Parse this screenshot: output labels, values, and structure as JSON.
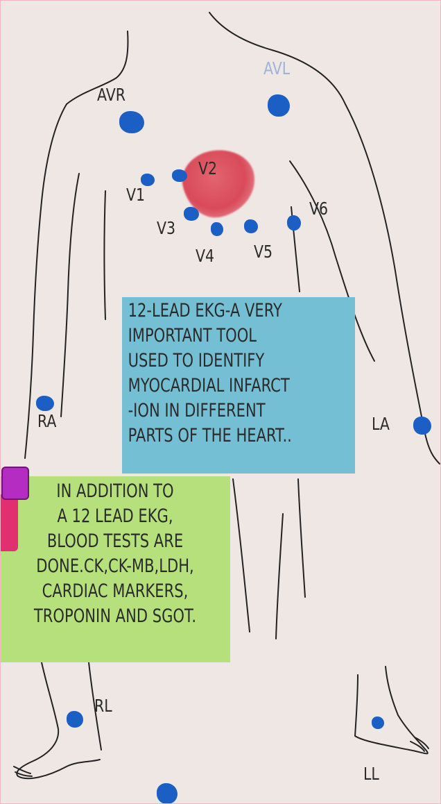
{
  "leads": {
    "avr": "AVR",
    "avl": "AVL",
    "v1": "V1",
    "v2": "V2",
    "v3": "V3",
    "v4": "V4",
    "v5": "V5",
    "v6": "V6",
    "ra": "RA",
    "la": "LA",
    "rl": "RL",
    "ll": "LL"
  },
  "ekg_note": [
    "12-LEAD EKG-A VERY",
    "IMPORTANT TOOL",
    "USED TO IDENTIFY",
    "MYOCARDIAL INFARCT",
    "-ION IN DIFFERENT",
    "PARTS OF THE HEART.."
  ],
  "blood_note": [
    "IN ADDITION TO",
    "A 12 LEAD EKG,",
    "BLOOD TESTS ARE",
    "DONE.CK,CK-MB,LDH,",
    "CARDIAC MARKERS,",
    "TROPONIN AND SGOT."
  ],
  "colors": {
    "background": "#efe7e4",
    "electrode": "#1b5fc4",
    "heart": "#d94a5a",
    "ekg_box": "#75bfd4",
    "blood_box": "#b5e07c",
    "outline": "#222222"
  }
}
